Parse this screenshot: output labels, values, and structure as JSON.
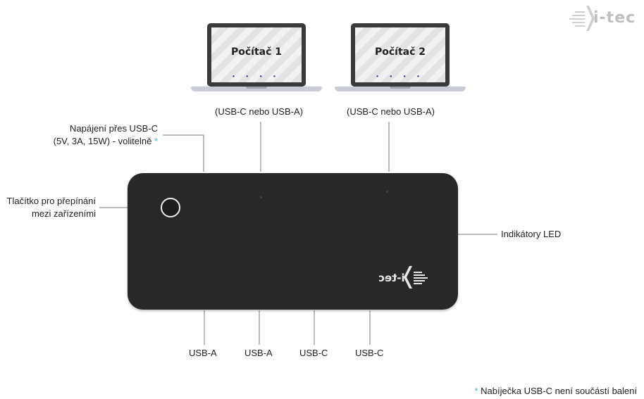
{
  "brand": {
    "logo_text": "i-tec",
    "colors": {
      "accent": "#3fb7c8",
      "device": "#282828",
      "line": "#6a6a6a"
    }
  },
  "computers": [
    {
      "title": "Počítač 1",
      "connection": "(USB-C nebo USB-A)"
    },
    {
      "title": "Počítač 2",
      "connection": "(USB-C nebo USB-A)"
    }
  ],
  "power": {
    "line1": "Napájení přes USB-C",
    "line2": "(5V, 3A, 15W) - volitelně",
    "asterisk": "*"
  },
  "switch_button": {
    "line1": "Tlačítko pro přepínání",
    "line2": "mezi zařízeními"
  },
  "led_label": "Indikátory LED",
  "ports": [
    "USB-A",
    "USB-A",
    "USB-C",
    "USB-C"
  ],
  "footnote": {
    "asterisk": "*",
    "text": " Nabíječka USB-C není součástí balení"
  }
}
